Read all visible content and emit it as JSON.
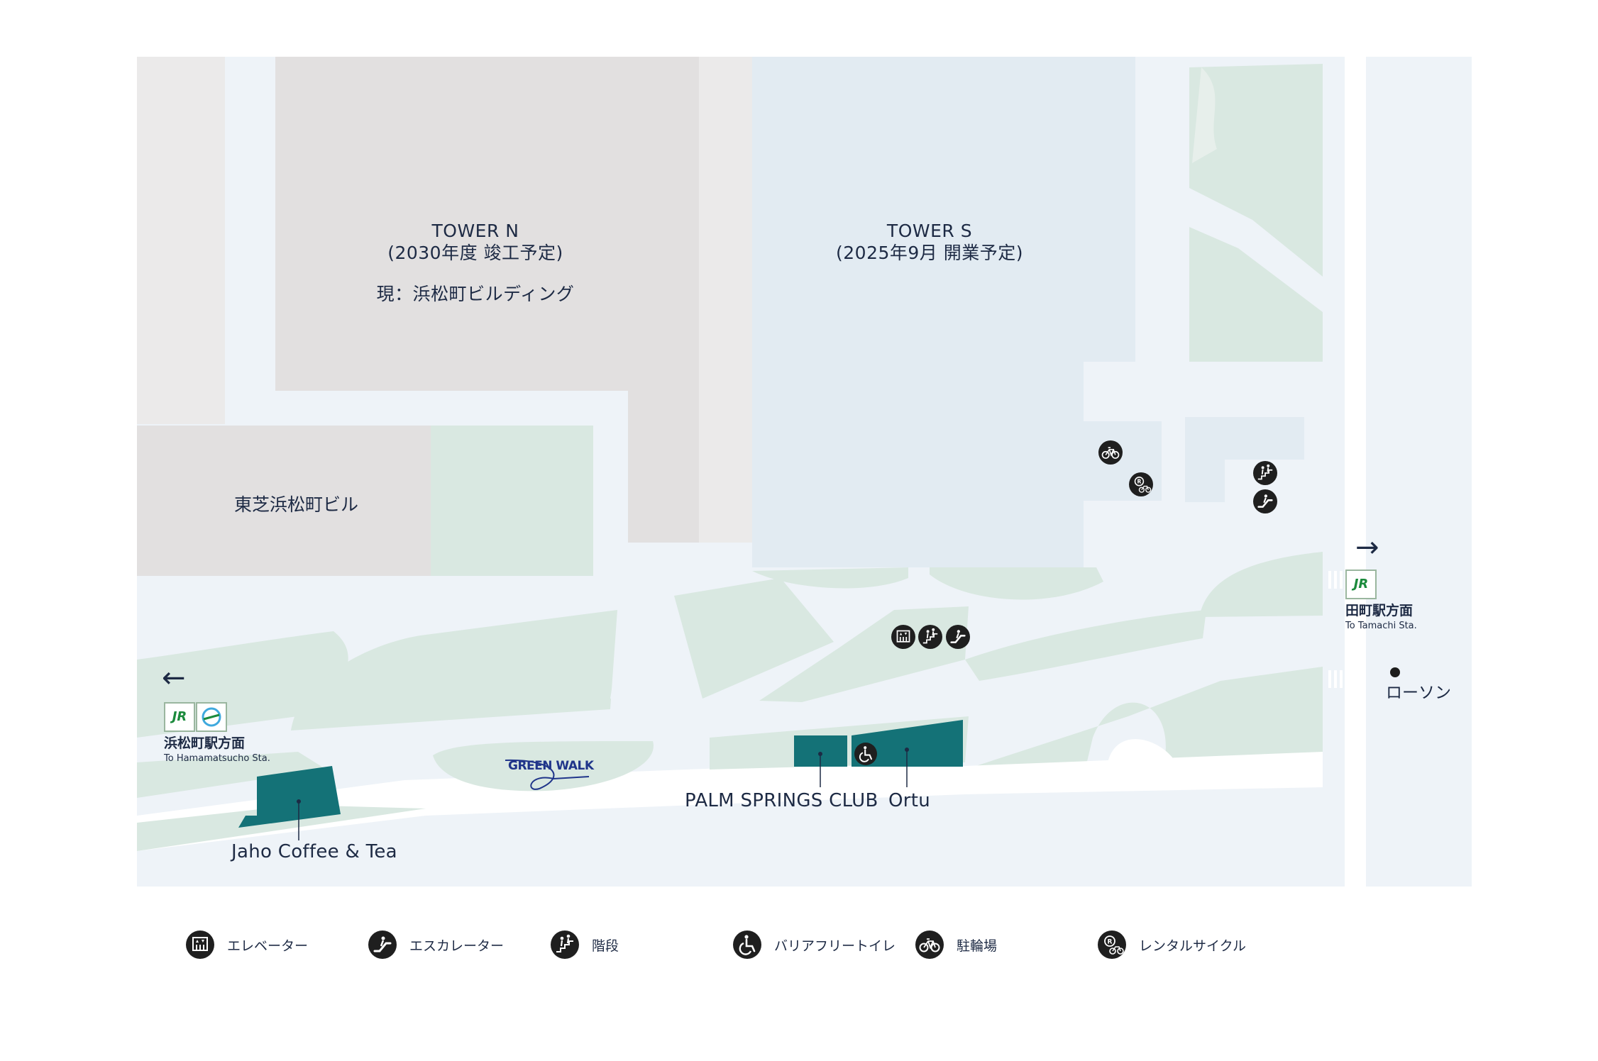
{
  "map": {
    "buildings": {
      "tower_n": {
        "name": "TOWER N",
        "status": "(2030年度 竣工予定)",
        "current": "現：浜松町ビルディング"
      },
      "tower_s": {
        "name": "TOWER S",
        "status": "(2025年9月 開業予定)"
      },
      "toshiba": {
        "name": "東芝浜松町ビル"
      }
    },
    "shops": [
      {
        "name": "Jaho Coffee & Tea"
      },
      {
        "name": "PALM SPRINGS CLUB"
      },
      {
        "name": "Ortu"
      }
    ],
    "green_walk_logo": "GREEN WALK",
    "store": {
      "name": "ローソン"
    },
    "directions": {
      "west": {
        "arrow": "←",
        "logo_jr": "JR",
        "label_ja": "浜松町駅方面",
        "label_en": "To Hamamatsucho Sta."
      },
      "east": {
        "arrow": "→",
        "logo_jr": "JR",
        "label_ja": "田町駅方面",
        "label_en": "To Tamachi Sta."
      }
    }
  },
  "legend": [
    {
      "icon": "elevator-icon",
      "label": "エレベーター"
    },
    {
      "icon": "escalator-icon",
      "label": "エスカレーター"
    },
    {
      "icon": "stairs-icon",
      "label": "階段"
    },
    {
      "icon": "accessible-toilet-icon",
      "label": "バリアフリートイレ"
    },
    {
      "icon": "bicycle-parking-icon",
      "label": "駐輪場"
    },
    {
      "icon": "rental-cycle-icon",
      "label": "レンタルサイクル"
    }
  ],
  "colors": {
    "tower_n": "#e2e0e0",
    "tower_s": "#e2ebf2",
    "green": "#d9e8e1",
    "paving": "#eef3f8",
    "shop": "#147277",
    "text": "#1d2a44",
    "jr_green": "#1b8a3c"
  }
}
